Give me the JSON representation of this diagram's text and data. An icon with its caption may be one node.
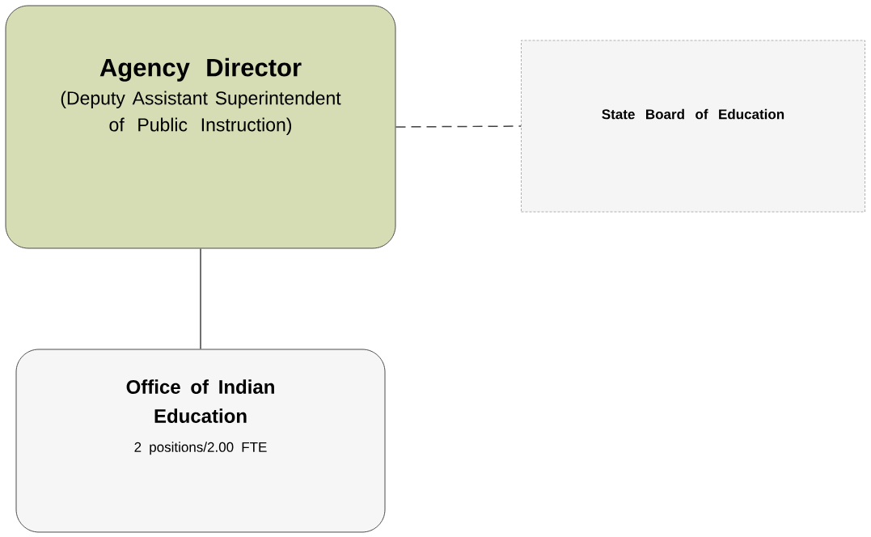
{
  "diagram": {
    "nodes": [
      {
        "text": [
          "Agency Director",
          "(Deputy Assistant Superintendent of Public Instruction)"
        ]
      },
      {
        "text": [
          "State Board of Education"
        ]
      },
      {
        "text": [
          "Office of Indian Education",
          "2 positions/2.00 FTE"
        ]
      }
    ],
    "edges": [
      {
        "from": 0,
        "to": 1,
        "arrow": "none",
        "style": "dashed"
      },
      {
        "from": 0,
        "to": 2,
        "arrow": "none"
      }
    ]
  }
}
